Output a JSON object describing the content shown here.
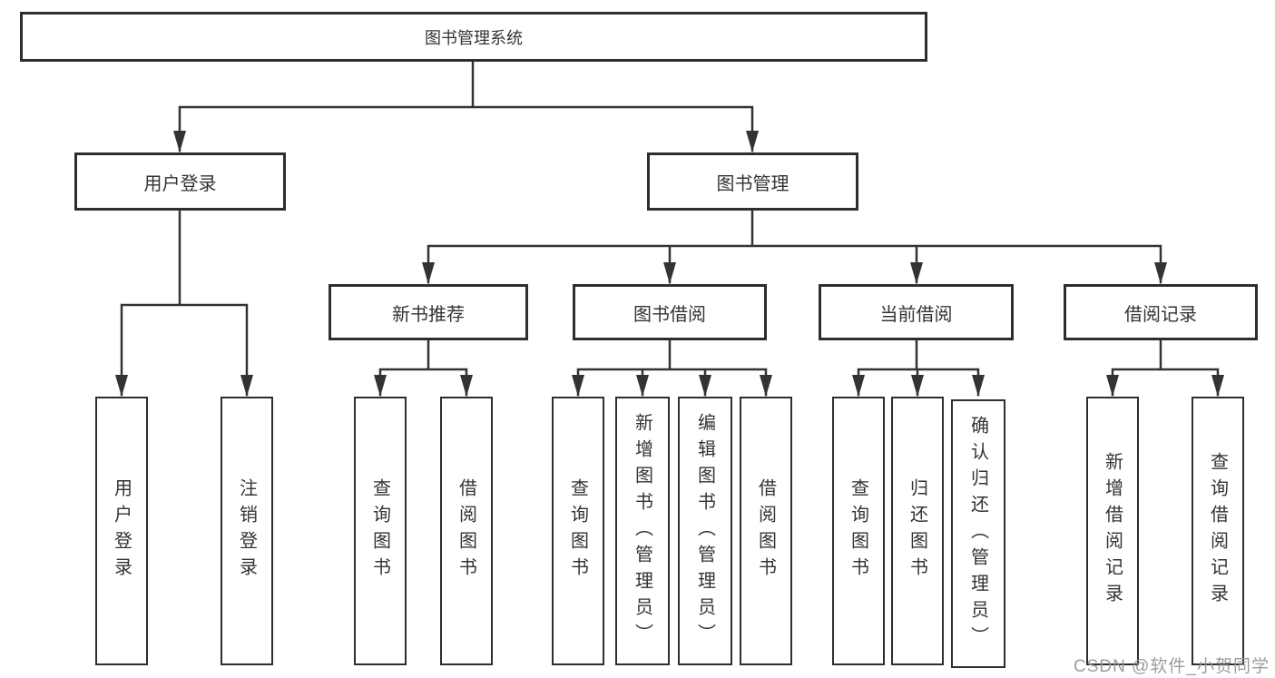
{
  "tree": {
    "root": {
      "label": "图书管理系统"
    },
    "branches": [
      {
        "label": "用户登录",
        "children": [
          {
            "label": "用户登录"
          },
          {
            "label": "注销登录"
          }
        ]
      },
      {
        "label": "图书管理",
        "children": [
          {
            "label": "新书推荐",
            "children": [
              {
                "label": "查询图书"
              },
              {
                "label": "借阅图书"
              }
            ]
          },
          {
            "label": "图书借阅",
            "children": [
              {
                "label": "查询图书"
              },
              {
                "label": "新增图书（管理员）"
              },
              {
                "label": "编辑图书（管理员）"
              },
              {
                "label": "借阅图书"
              }
            ]
          },
          {
            "label": "当前借阅",
            "children": [
              {
                "label": "查询图书"
              },
              {
                "label": "归还图书"
              },
              {
                "label": "确认归还（管理员）"
              }
            ]
          },
          {
            "label": "借阅记录",
            "children": [
              {
                "label": "新增借阅记录"
              },
              {
                "label": "查询借阅记录"
              }
            ]
          }
        ]
      }
    ]
  },
  "watermark": {
    "text": "CSDN @软件_小贺同学"
  },
  "colors": {
    "line": "#333333",
    "box_border": "#2e2e2e",
    "text": "#333333",
    "watermark": "#989898",
    "background": "#ffffff"
  }
}
